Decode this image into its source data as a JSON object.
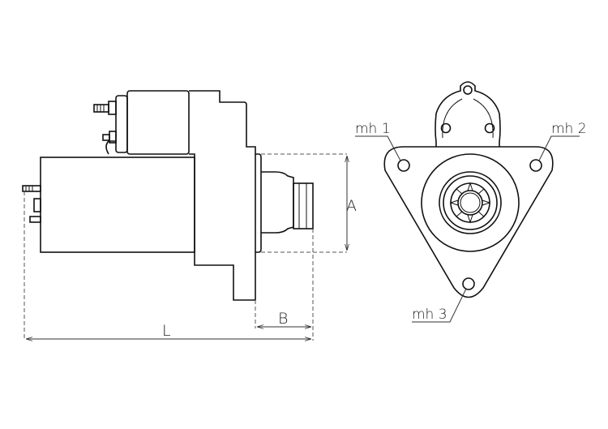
{
  "dimensions": {
    "A": "A",
    "B": "B",
    "L": "L"
  },
  "mounting_holes": [
    "mh 1",
    "mh 2",
    "mh 3"
  ],
  "colors": {
    "line": "#111111",
    "background": "#ffffff"
  }
}
